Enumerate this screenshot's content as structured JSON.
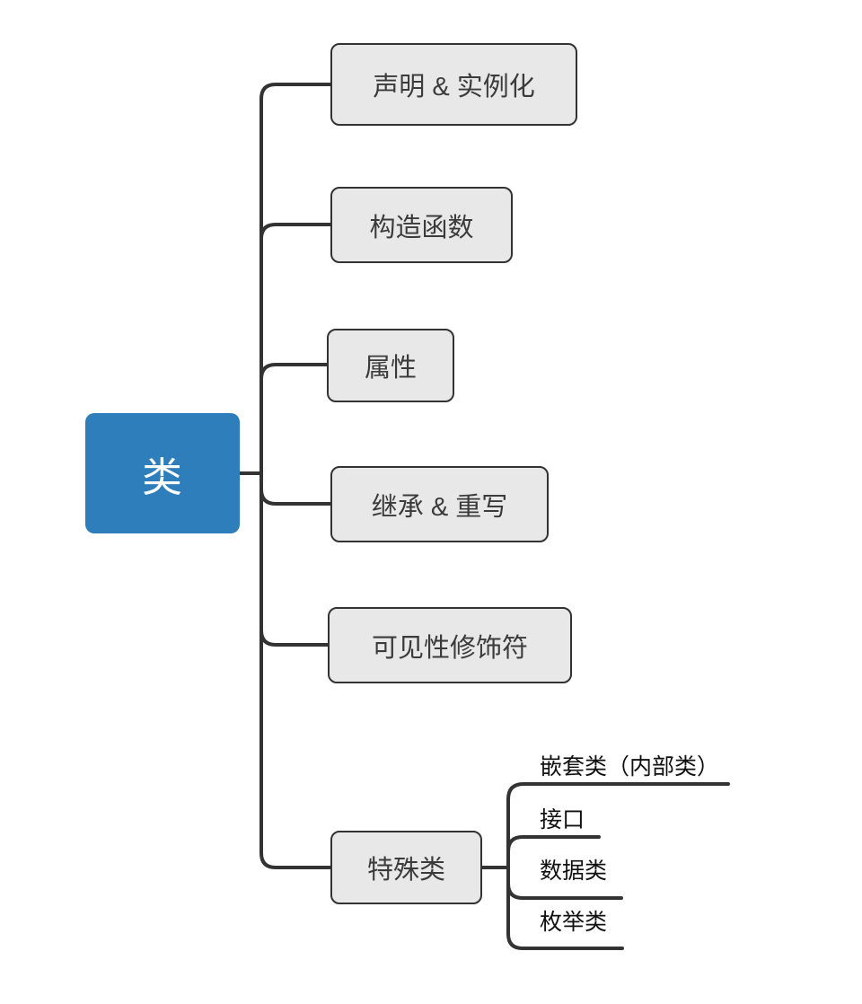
{
  "diagram": {
    "type": "mindmap",
    "title": "类",
    "root": {
      "label": "类",
      "fill": "#2e7ebb",
      "text_color": "#ffffff"
    },
    "branch_style": {
      "fill": "#e8e8e8",
      "border": "#333333",
      "text_color": "#3b3b3b"
    },
    "edge_color": "#333333",
    "branches": [
      {
        "label": "声明 & 实例化"
      },
      {
        "label": "构造函数"
      },
      {
        "label": "属性"
      },
      {
        "label": "继承 & 重写"
      },
      {
        "label": "可见性修饰符"
      },
      {
        "label": "特殊类",
        "children": [
          {
            "label": "嵌套类（内部类）"
          },
          {
            "label": "接口"
          },
          {
            "label": "数据类"
          },
          {
            "label": "枚举类"
          }
        ]
      }
    ]
  }
}
